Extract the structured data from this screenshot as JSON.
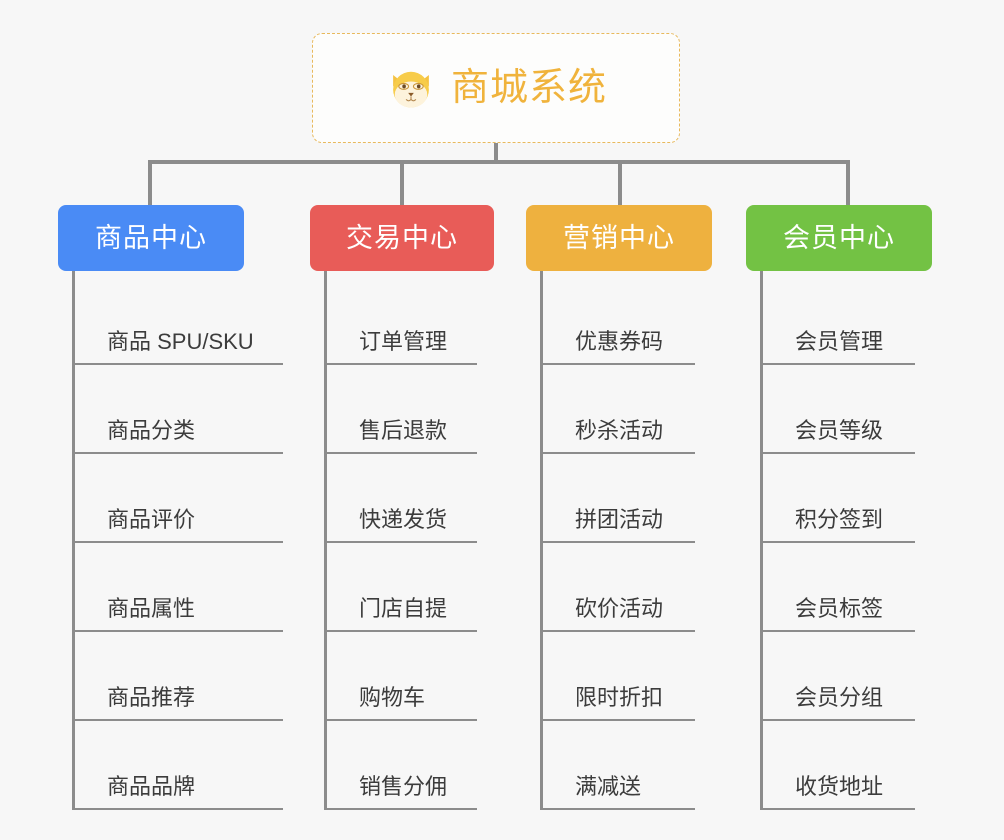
{
  "canvas": {
    "background_color": "#f7f7f7",
    "line_color": "#8c8c8c"
  },
  "root": {
    "title": "商城系统",
    "icon": "shiba-dog-face-icon",
    "border_color": "#e8b95c",
    "text_color": "#f0b33c",
    "background_color": "#fdfdfc"
  },
  "columns": [
    {
      "header": "商品中心",
      "color": "#4a8bf5",
      "items": [
        "商品 SPU/SKU",
        "商品分类",
        "商品评价",
        "商品属性",
        "商品推荐",
        "商品品牌"
      ]
    },
    {
      "header": "交易中心",
      "color": "#e85c58",
      "items": [
        "订单管理",
        "售后退款",
        "快递发货",
        "门店自提",
        "购物车",
        "销售分佣"
      ]
    },
    {
      "header": "营销中心",
      "color": "#eeb13f",
      "items": [
        "优惠券码",
        "秒杀活动",
        "拼团活动",
        "砍价活动",
        "限时折扣",
        "满减送"
      ]
    },
    {
      "header": "会员中心",
      "color": "#73c244",
      "items": [
        "会员管理",
        "会员等级",
        "积分签到",
        "会员标签",
        "会员分组",
        "收货地址"
      ]
    }
  ]
}
